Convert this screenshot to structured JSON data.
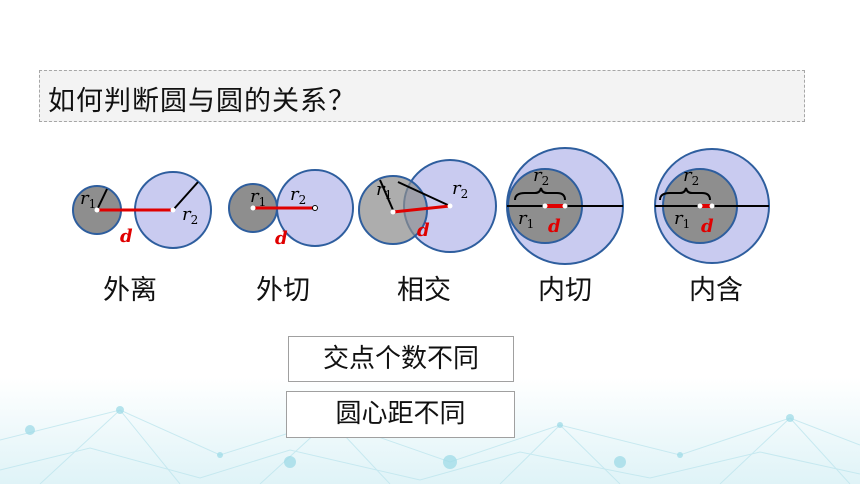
{
  "title": "如何判断圆与圆的关系？",
  "cases": [
    {
      "label": "外离",
      "r1": "r",
      "r1_sub": "1",
      "r2": "r",
      "r2_sub": "2",
      "d": "d"
    },
    {
      "label": "外切",
      "r1": "r",
      "r1_sub": "1",
      "r2": "r",
      "r2_sub": "2",
      "d": "d"
    },
    {
      "label": "相交",
      "r1": "r",
      "r1_sub": "1",
      "r2": "r",
      "r2_sub": "2",
      "d": "d"
    },
    {
      "label": "内切",
      "r1": "r",
      "r1_sub": "1",
      "r2": "r",
      "r2_sub": "2",
      "d": "d"
    },
    {
      "label": "内含",
      "r1": "r",
      "r1_sub": "1",
      "r2": "r",
      "r2_sub": "2",
      "d": "d"
    }
  ],
  "box1": "交点个数不同",
  "box2": "圆心距不同",
  "colors": {
    "small_circle": "#8e8e8e",
    "big_circle": "#c9cbf0",
    "outline": "#2e5e9e",
    "distance": "#e00000"
  }
}
